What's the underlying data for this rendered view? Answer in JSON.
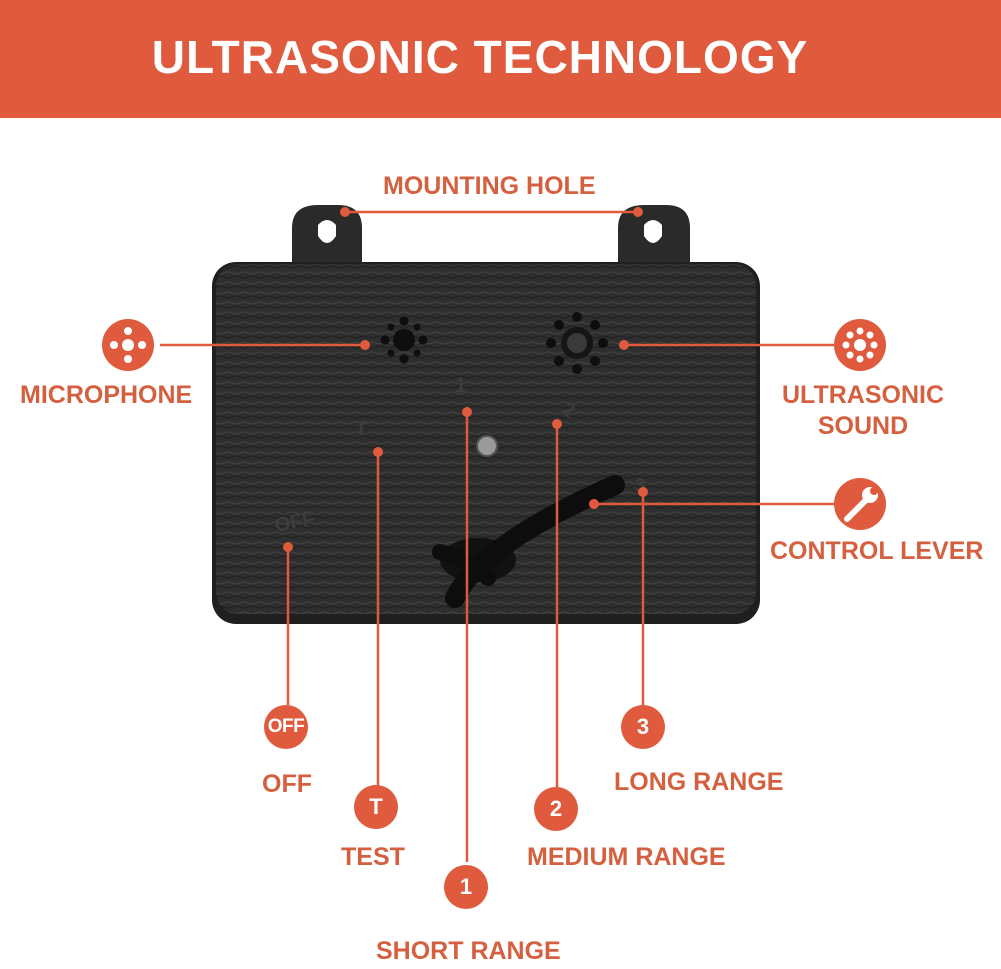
{
  "header": {
    "title": "ULTRASONIC TECHNOLOGY"
  },
  "labels": {
    "mounting_hole": "MOUNTING HOLE",
    "microphone": "MICROPHONE",
    "ultrasonic_sound_line1": "ULTRASONIC",
    "ultrasonic_sound_line2": "SOUND",
    "control_lever": "CONTROL LEVER",
    "off": "OFF",
    "test": "TEST",
    "short_range": "SHORT RANGE",
    "medium_range": "MEDIUM RANGE",
    "long_range": "LONG RANGE"
  },
  "badges": {
    "off": "OFF",
    "test": "T",
    "short": "1",
    "medium": "2",
    "long": "3"
  },
  "device_markings": {
    "off": "OFF",
    "test": "T",
    "one": "1",
    "two": "2",
    "three": "3"
  },
  "colors": {
    "accent": "#e05b3d",
    "label": "#d4603f",
    "device": "#2b2b2b"
  },
  "icons": {
    "microphone": "microphone-dots-icon",
    "ultrasonic": "speaker-dots-icon",
    "control": "wrench-icon"
  }
}
